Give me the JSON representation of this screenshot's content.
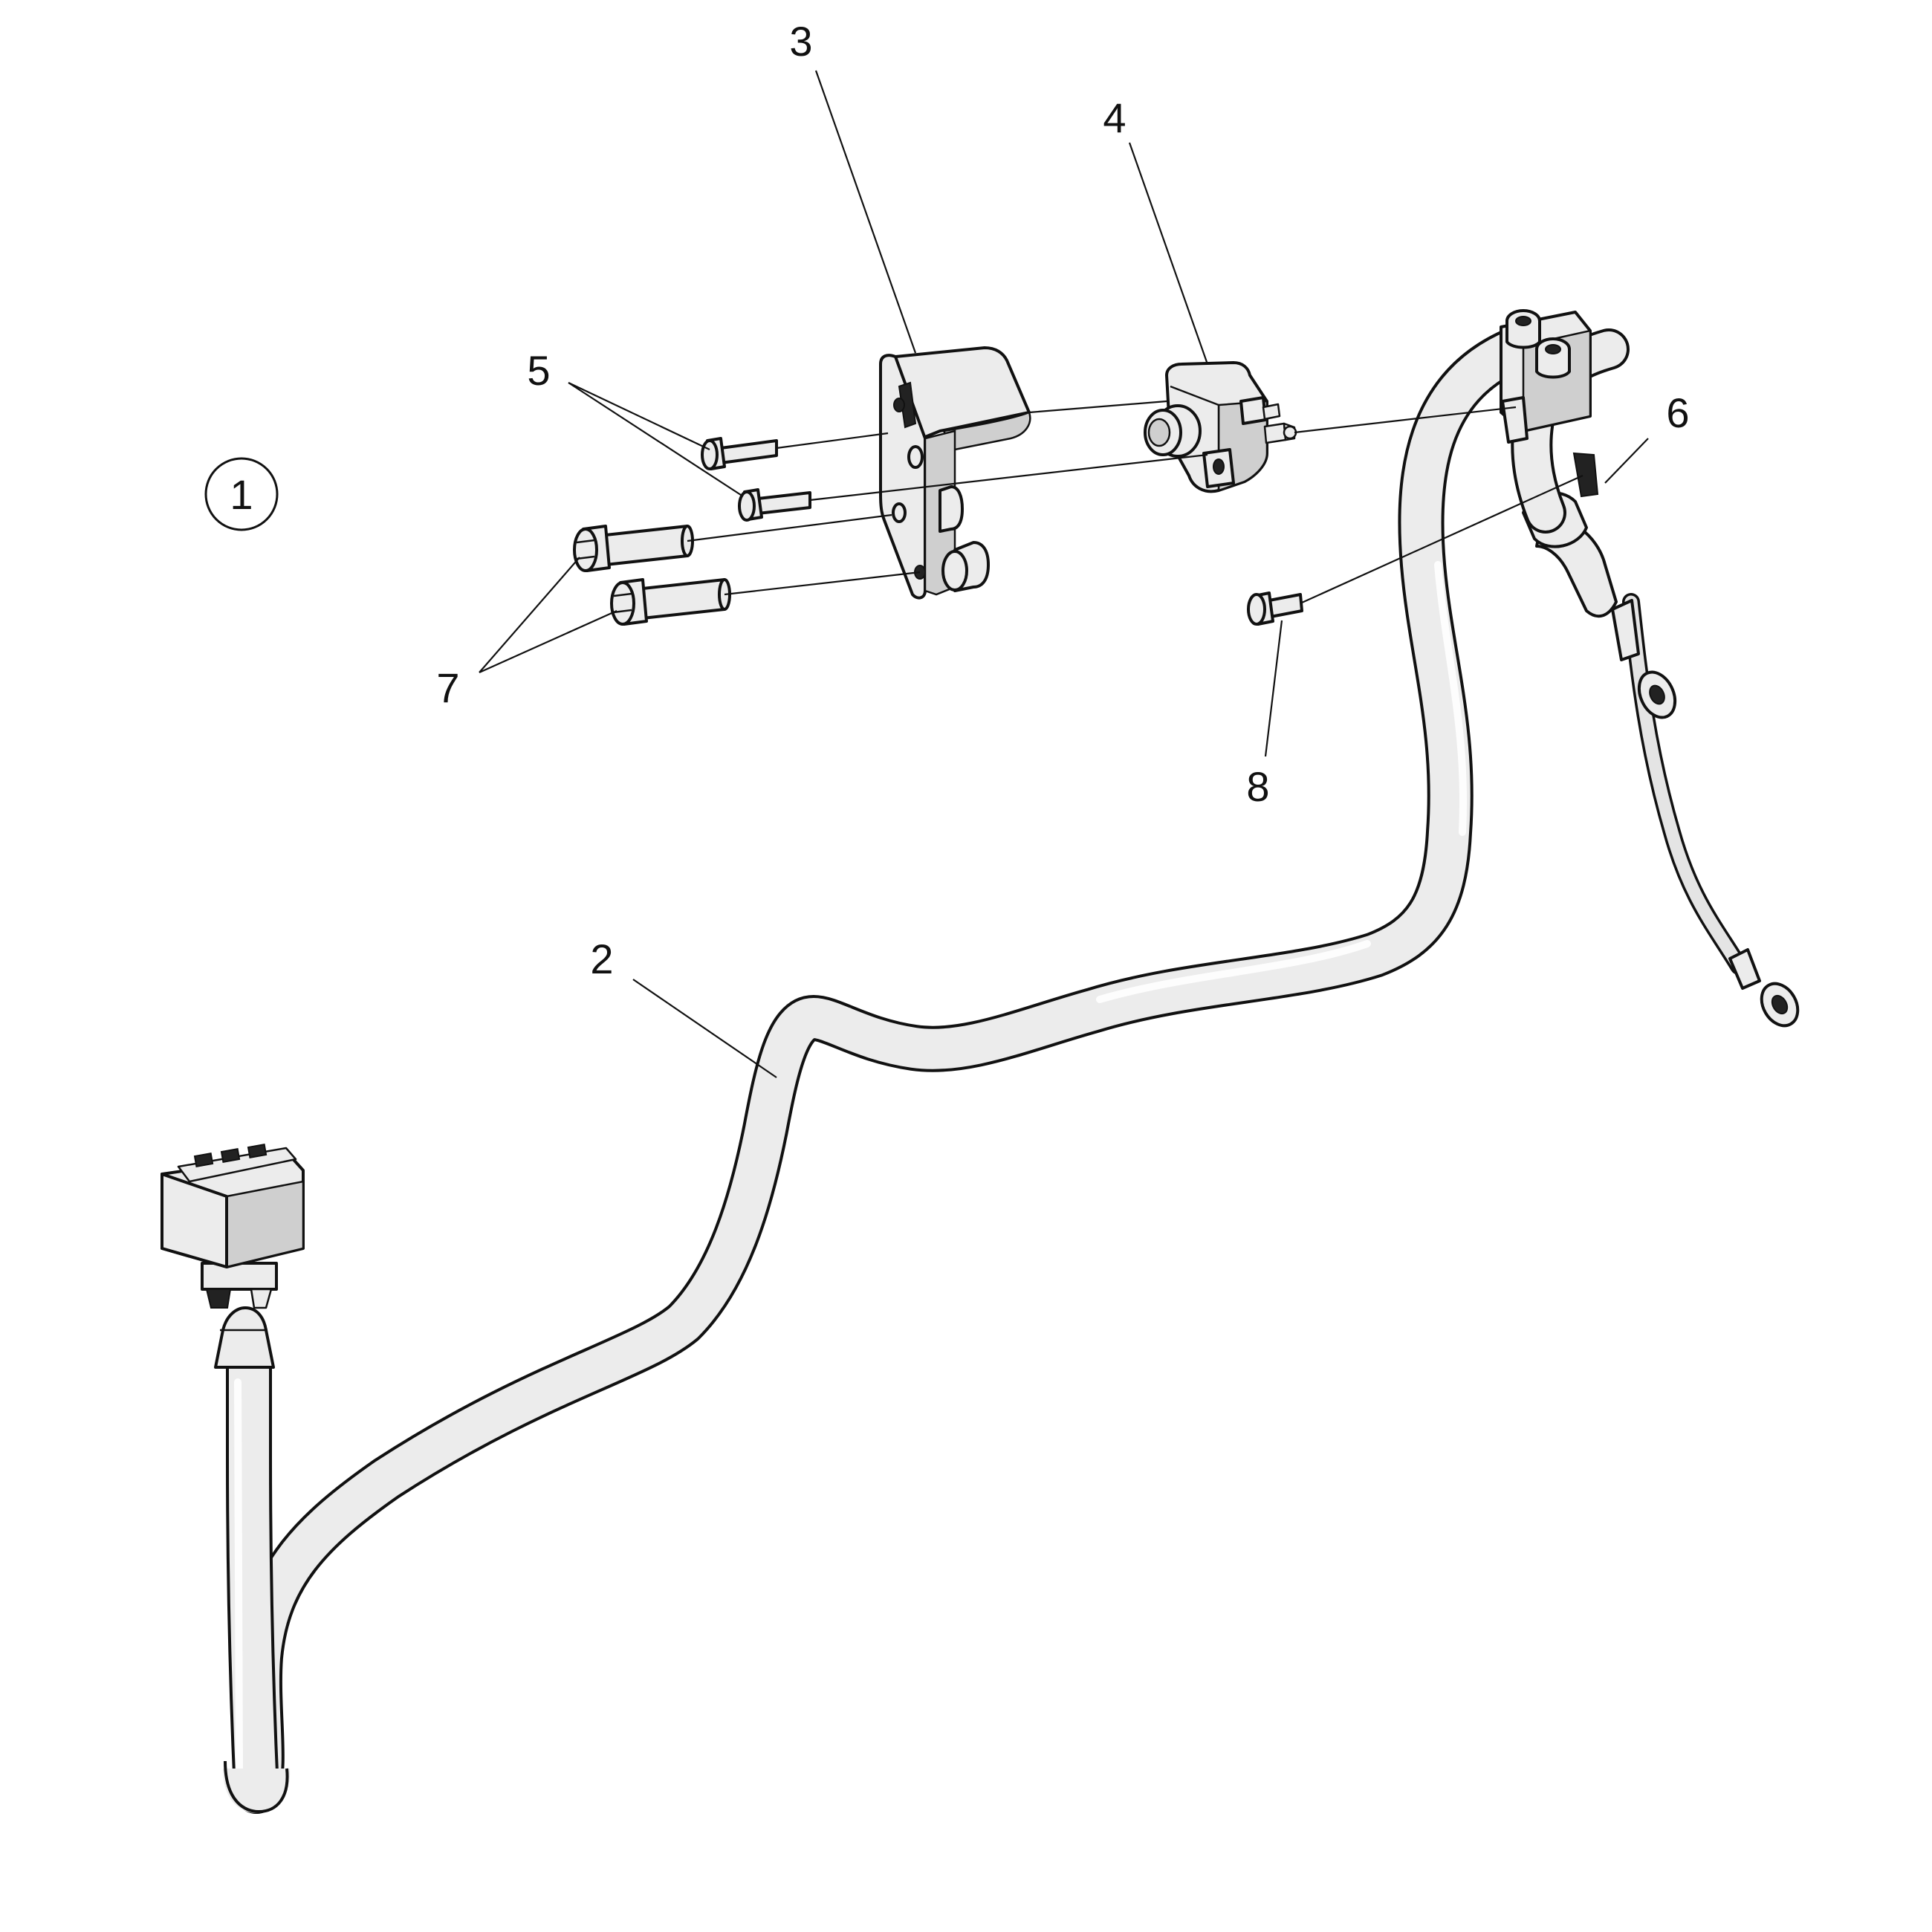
{
  "diagram": {
    "callouts": [
      {
        "id": "1",
        "label": "1",
        "circled": true
      },
      {
        "id": "2",
        "label": "2"
      },
      {
        "id": "3",
        "label": "3"
      },
      {
        "id": "4",
        "label": "4"
      },
      {
        "id": "5",
        "label": "5"
      },
      {
        "id": "6",
        "label": "6"
      },
      {
        "id": "7",
        "label": "7"
      },
      {
        "id": "8",
        "label": "8"
      }
    ]
  }
}
